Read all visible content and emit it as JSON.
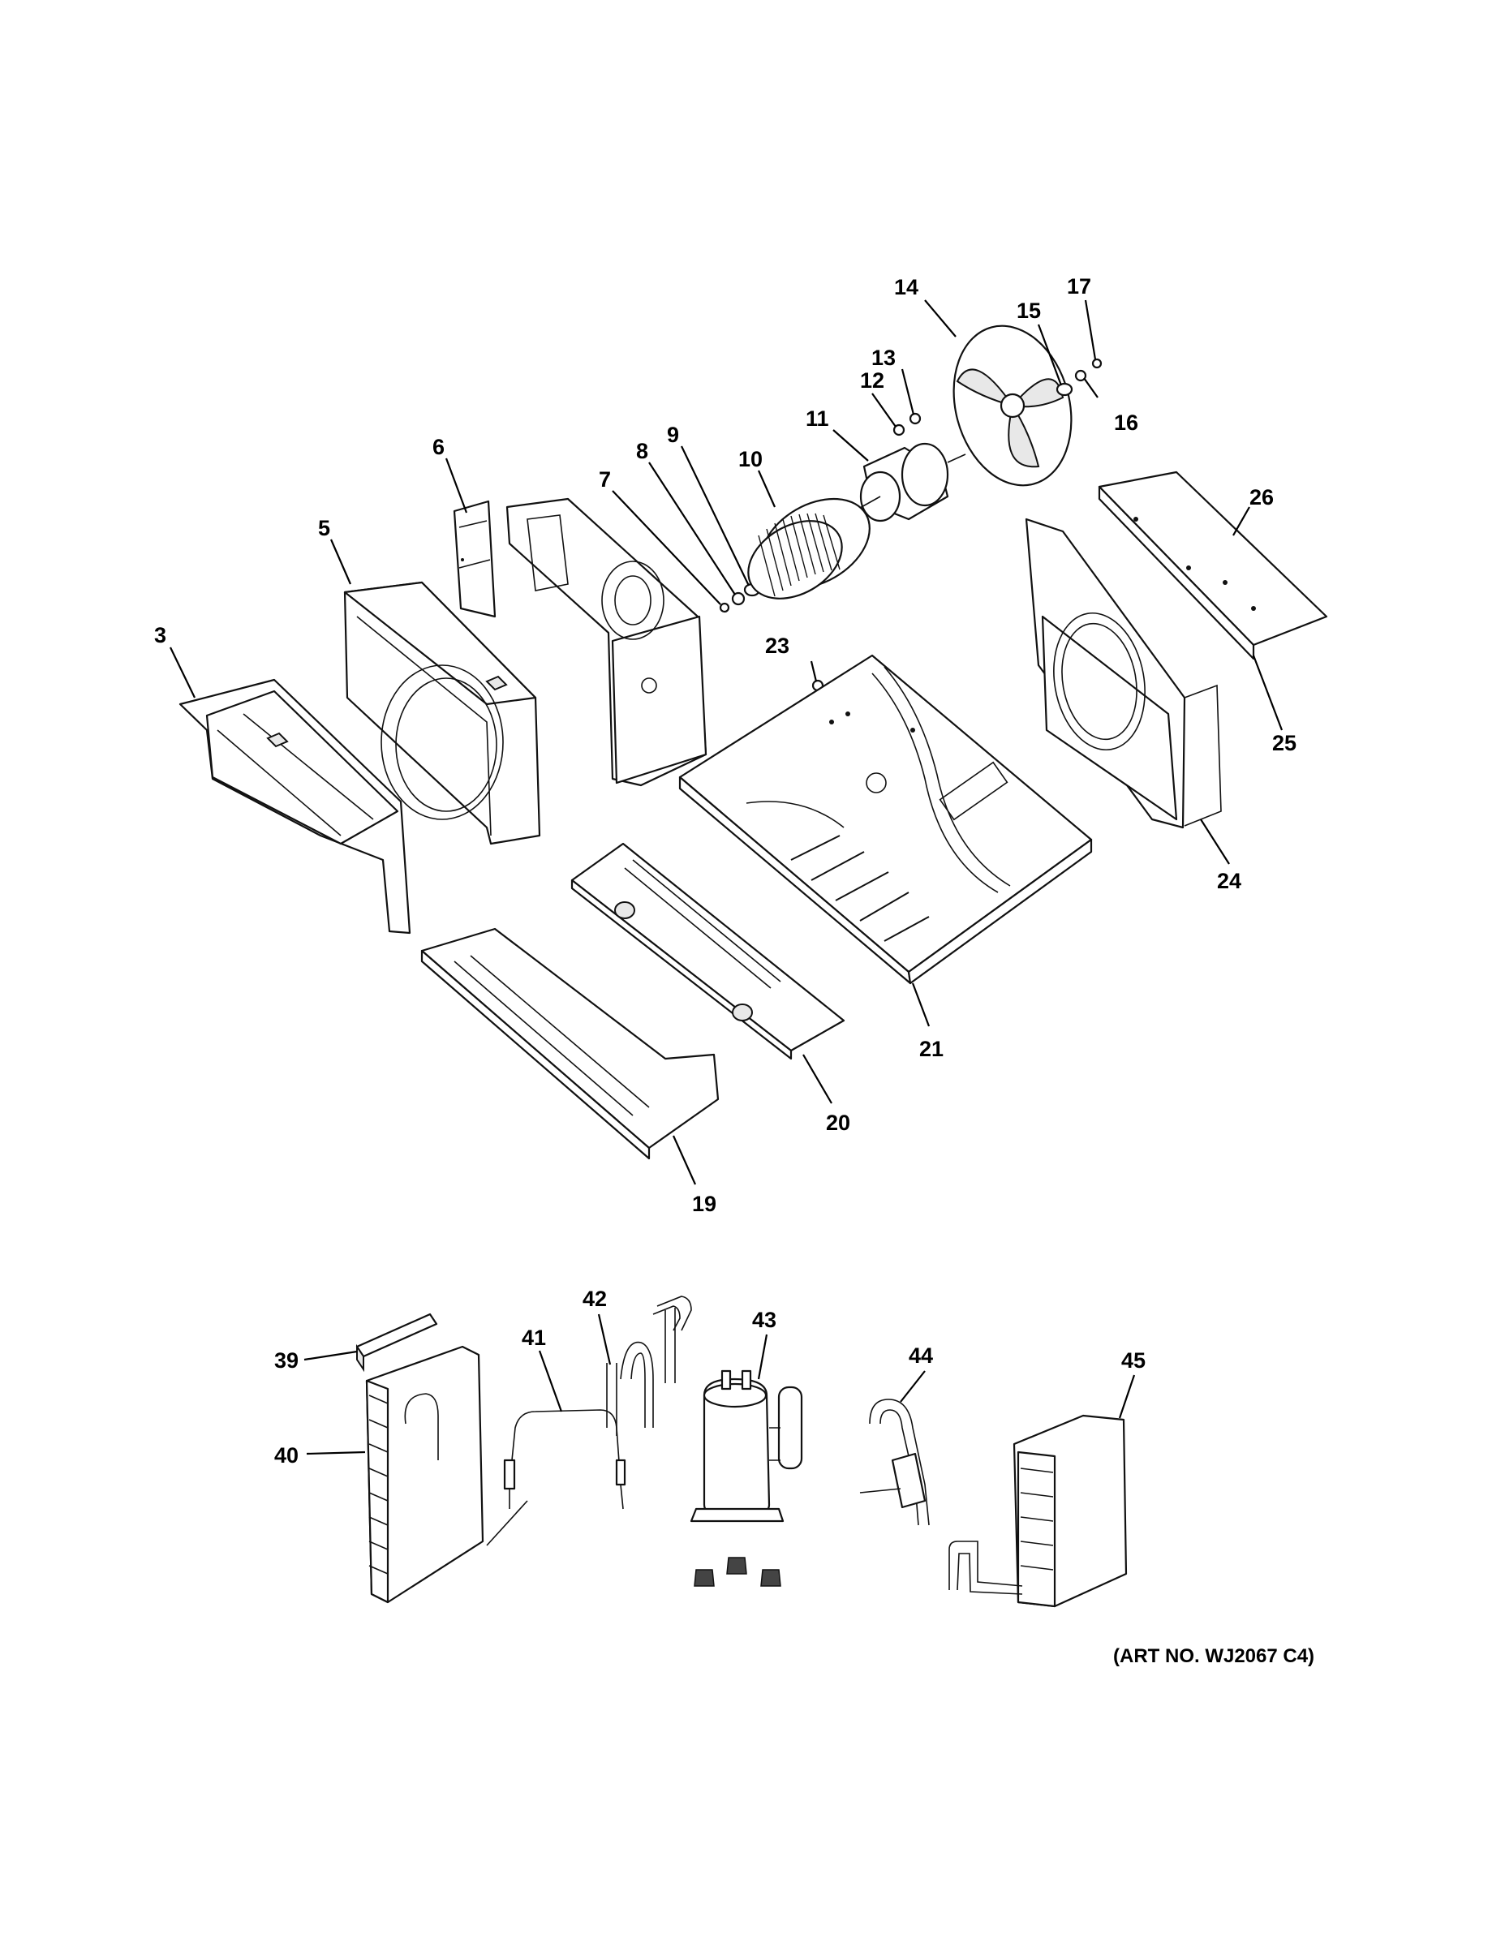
{
  "art_number": "(ART NO. WJ2067 C4)",
  "callouts": [
    "3",
    "5",
    "6",
    "7",
    "8",
    "9",
    "10",
    "11",
    "12",
    "13",
    "14",
    "15",
    "16",
    "17",
    "19",
    "20",
    "21",
    "23",
    "24",
    "25",
    "26",
    "39",
    "40",
    "41",
    "42",
    "43",
    "44",
    "45"
  ]
}
